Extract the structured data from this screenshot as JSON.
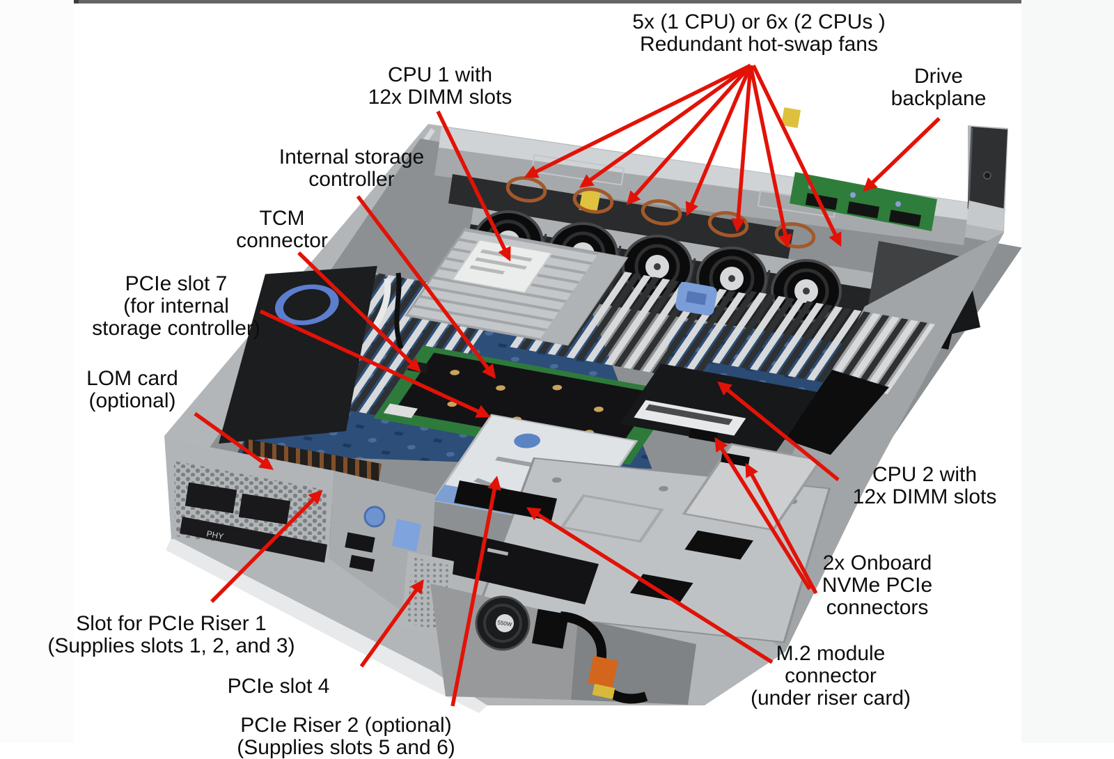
{
  "page": {
    "left_strip_color": "#fcfcfc",
    "right_strip_color": "#f7f8f8",
    "top_bar_color": "#656565",
    "photo_background": "#ffffff"
  },
  "colors": {
    "arrow_red": "#e21207",
    "label_text": "#0d0d0d"
  },
  "labels": {
    "fans": {
      "text": "5x (1 CPU) or 6x (2 CPUs )\nRedundant hot-swap fans"
    },
    "cpu1": {
      "text": "CPU 1 with\n12x DIMM slots"
    },
    "drive_backplane": {
      "text": "Drive\nbackplane"
    },
    "internal_storage": {
      "text": "Internal storage\ncontroller"
    },
    "tcm": {
      "text": "TCM\nconnector"
    },
    "pcie_slot7": {
      "text": "PCIe slot 7\n(for internal\nstorage controller)"
    },
    "lom": {
      "text": "LOM card\n(optional)"
    },
    "cpu2": {
      "text": "CPU 2 with\n12x DIMM  slots"
    },
    "nvme": {
      "text": "2x Onboard\nNVMe PCIe\nconnectors"
    },
    "m2": {
      "text": "M.2 module\nconnector\n(under riser card)"
    },
    "riser1": {
      "text": "Slot for PCIe Riser 1\n(Supplies slots 1, 2, and 3)"
    },
    "pcie_slot4": {
      "text": "PCIe slot 4"
    },
    "riser2": {
      "text": "PCIe Riser 2 (optional)\n(Supplies slots 5 and 6)"
    }
  },
  "photo_text": {
    "psu_wattage": "550W",
    "phy": "PHY"
  }
}
